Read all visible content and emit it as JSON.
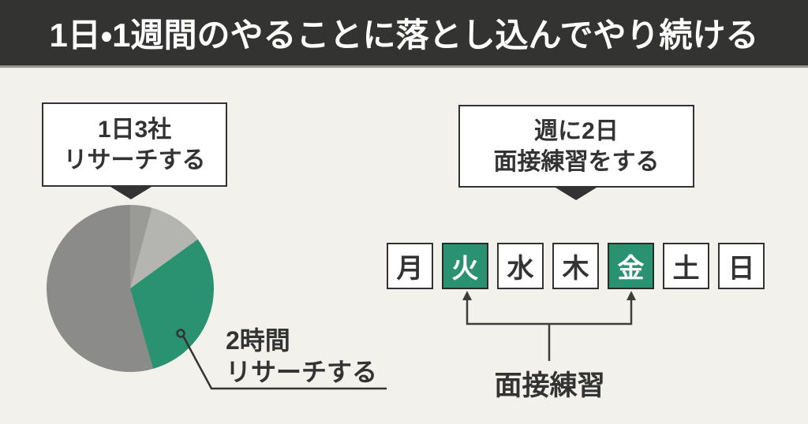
{
  "header": {
    "title": "1日・1週間のやることに落とし込んでやり続ける"
  },
  "left_section": {
    "callout": {
      "line1": "1日3社",
      "line2": "リサーチする"
    },
    "pie_label": {
      "line1": "2時間",
      "line2": "リサーチする"
    }
  },
  "right_section": {
    "callout": {
      "line1": "週に2日",
      "line2": "面接練習をする"
    },
    "days": [
      {
        "label": "月",
        "highlighted": false
      },
      {
        "label": "火",
        "highlighted": true
      },
      {
        "label": "水",
        "highlighted": false
      },
      {
        "label": "木",
        "highlighted": false
      },
      {
        "label": "金",
        "highlighted": true
      },
      {
        "label": "土",
        "highlighted": false
      },
      {
        "label": "日",
        "highlighted": false
      }
    ],
    "bracket_label": "面接練習"
  },
  "colors": {
    "background": "#f2f1ec",
    "header_bg": "#333332",
    "dark": "#333333",
    "white": "#ffffff",
    "accent_green": "#2a9270",
    "pie_gray_large": "#8b8b89",
    "pie_gray_small": "#9a9a97",
    "pie_gray_light": "#b4b4b1"
  },
  "chart_data": {
    "type": "pie",
    "title": "",
    "legend_position": "none",
    "slices": [
      {
        "label": "",
        "color": "#9a9a97",
        "start_deg": 0,
        "end_deg": 15,
        "percent": 4.2
      },
      {
        "label": "",
        "color": "#b4b4b1",
        "start_deg": 15,
        "end_deg": 54,
        "percent": 10.8
      },
      {
        "label": "2時間リサーチする",
        "color": "#2a9270",
        "start_deg": 54,
        "end_deg": 164,
        "percent": 30.6
      },
      {
        "label": "",
        "color": "#8b8b89",
        "start_deg": 164,
        "end_deg": 360,
        "percent": 54.4
      }
    ]
  }
}
